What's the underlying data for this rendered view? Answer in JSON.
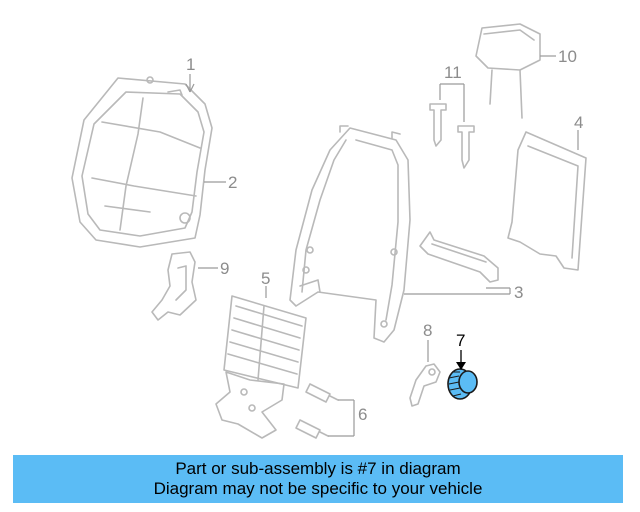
{
  "diagram": {
    "callouts": {
      "c1": "1",
      "c2": "2",
      "c3": "3",
      "c4": "4",
      "c5": "5",
      "c6": "6",
      "c7": "7",
      "c8": "8",
      "c9": "9",
      "c10": "10",
      "c11": "11"
    },
    "highlighted_part": "7",
    "highlight_color": "#5bbcf5"
  },
  "caption": {
    "line1": "Part or sub-assembly is #7 in diagram",
    "line2": "Diagram may not be specific to your vehicle",
    "background": "#5bbcf5"
  }
}
